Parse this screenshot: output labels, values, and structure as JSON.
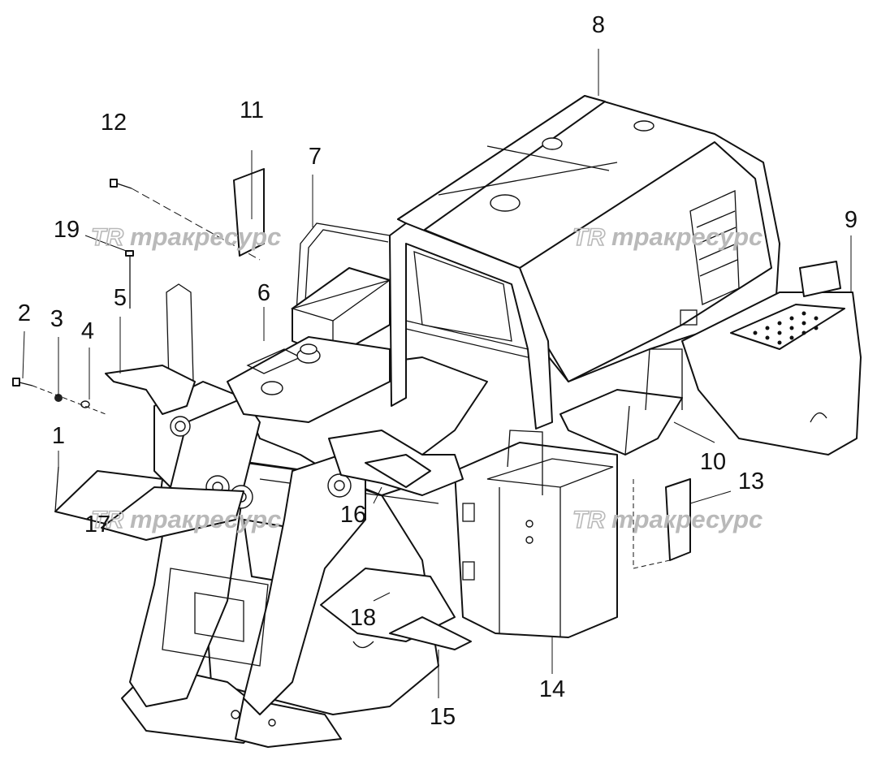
{
  "callouts": [
    {
      "id": "1",
      "label": "1"
    },
    {
      "id": "2",
      "label": "2"
    },
    {
      "id": "3",
      "label": "3"
    },
    {
      "id": "4",
      "label": "4"
    },
    {
      "id": "5",
      "label": "5"
    },
    {
      "id": "6",
      "label": "6"
    },
    {
      "id": "7",
      "label": "7"
    },
    {
      "id": "8",
      "label": "8"
    },
    {
      "id": "9",
      "label": "9"
    },
    {
      "id": "10",
      "label": "10"
    },
    {
      "id": "11",
      "label": "11"
    },
    {
      "id": "12",
      "label": "12"
    },
    {
      "id": "13",
      "label": "13"
    },
    {
      "id": "14",
      "label": "14"
    },
    {
      "id": "15",
      "label": "15"
    },
    {
      "id": "16",
      "label": "16"
    },
    {
      "id": "17",
      "label": "17"
    },
    {
      "id": "18",
      "label": "18"
    },
    {
      "id": "19",
      "label": "19"
    }
  ],
  "watermark": {
    "logo": "TR",
    "text": "тракресурс",
    "color": "#b9b9b9"
  }
}
